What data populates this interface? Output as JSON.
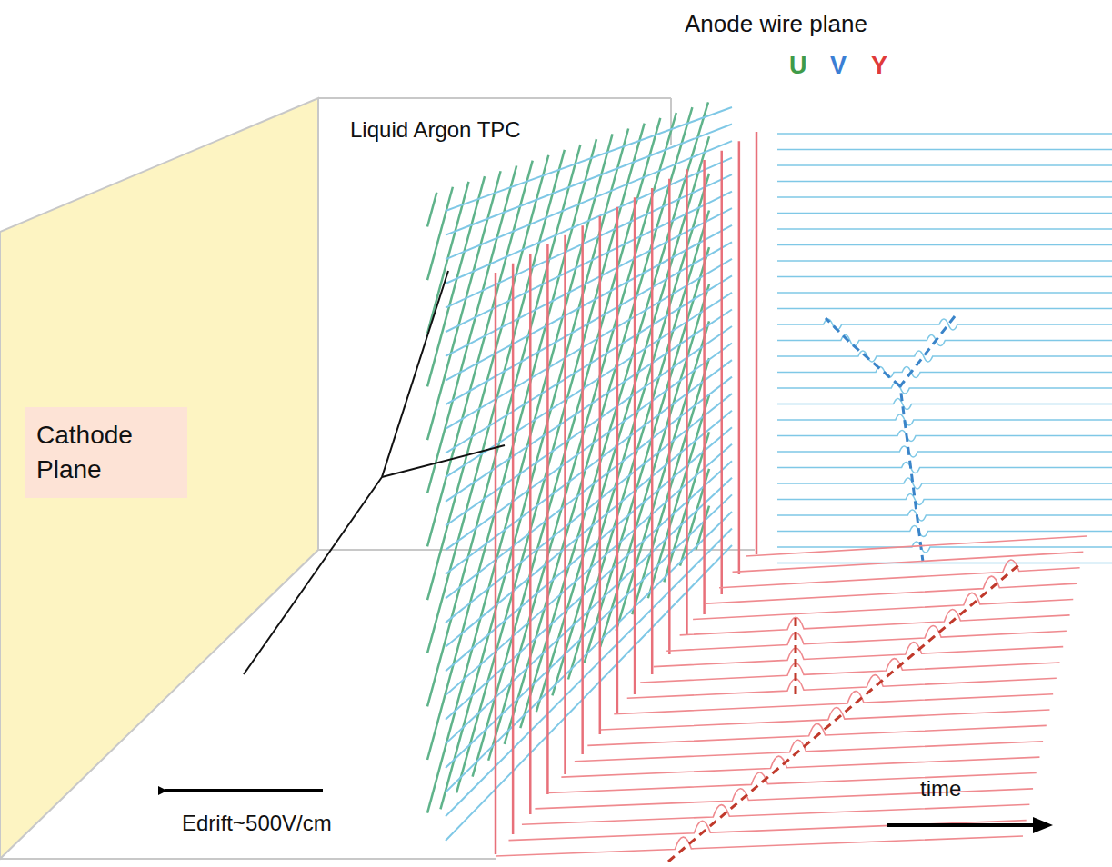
{
  "diagram": {
    "nodes": [
      {
        "text": [
          "Cathode Plane"
        ]
      }
    ],
    "labels": [
      "Anode wire plane",
      "U",
      "V",
      "Y",
      "Liquid Argon TPC",
      "Edrift~500V/cm",
      "time"
    ]
  }
}
